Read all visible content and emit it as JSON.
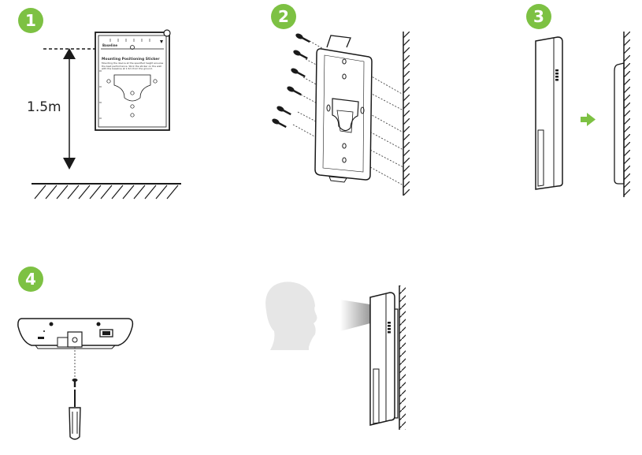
{
  "colors": {
    "accent": "#7dc143",
    "line": "#1a1a1a",
    "silhouette": "#e6e6e6"
  },
  "steps": [
    {
      "number": "1"
    },
    {
      "number": "2"
    },
    {
      "number": "3"
    },
    {
      "number": "4"
    }
  ],
  "step1": {
    "height_label": "1.5m",
    "template": {
      "header": "Baseline",
      "heading": "Mounting Positioning Sticker",
      "body": "Mounting the device at the specified height ensures the best performance. Stick the sticker on the wall with the baseline at 1.5m from the ground."
    }
  },
  "icons": [
    "arrow-right-icon",
    "screwdriver-icon",
    "screw-icon",
    "head-silhouette-icon"
  ]
}
